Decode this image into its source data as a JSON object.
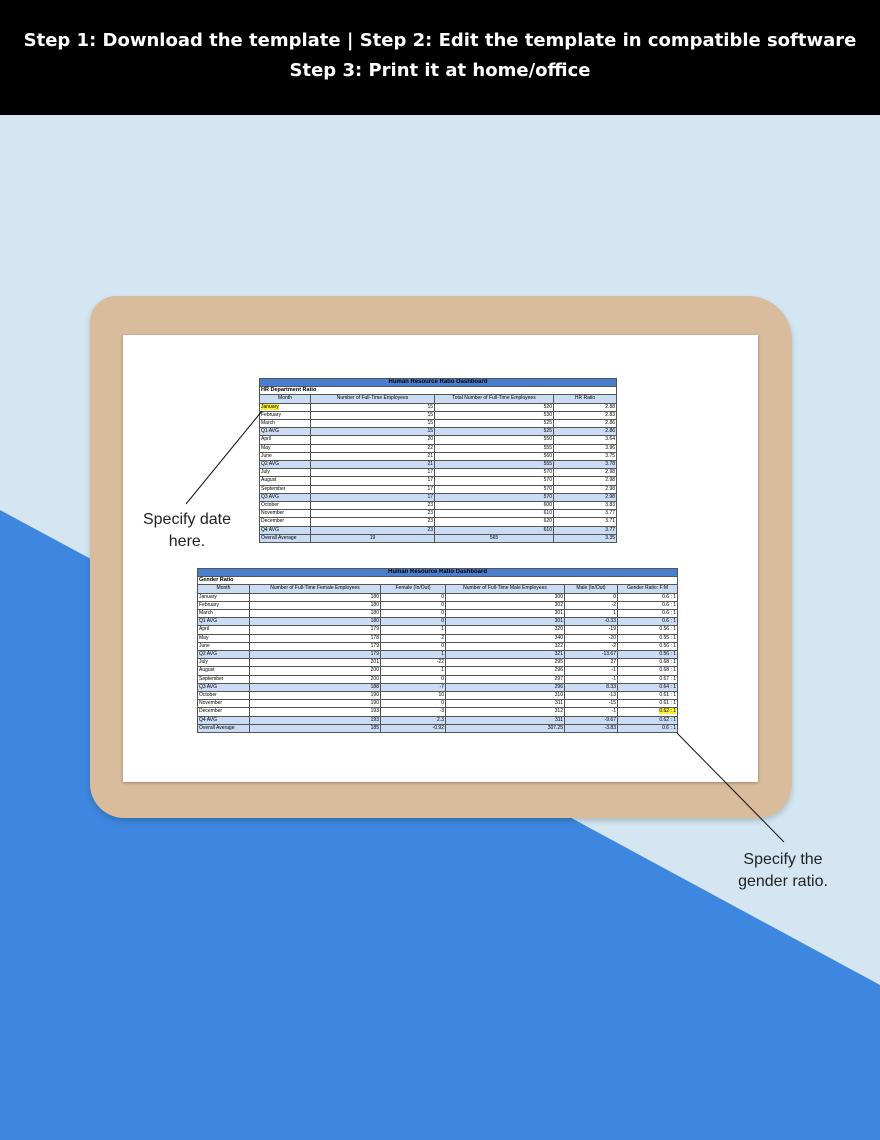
{
  "banner": {
    "line1": "Step 1: Download the template | Step 2: Edit the template in compatible software",
    "line2": "Step 3: Print it at home/office"
  },
  "callouts": {
    "date": [
      "Specify date",
      "here."
    ],
    "gender": [
      "Specify the",
      "gender ratio."
    ]
  },
  "colors": {
    "banner_bg": "#000000",
    "background_light": "#d3e6f1",
    "background_blue": "#3d87e0",
    "clipboard": "#d8bc9c",
    "table_title": "#4a7fd0",
    "table_header": "#c9dcf3",
    "highlight": "#f6ef3c"
  },
  "table1": {
    "title": "Human Resource Ratio Dashboard",
    "section": "HR Department Ratio",
    "headers": [
      "Month",
      "Number of Full-Time Employees",
      "Total Number of Full-Time Employees",
      "HR Ratio"
    ],
    "rows": [
      {
        "month": "January",
        "hr": "15",
        "total": "520",
        "ratio": "2.88",
        "avg": false
      },
      {
        "month": "February",
        "hr": "15",
        "total": "530",
        "ratio": "2.83",
        "avg": false
      },
      {
        "month": "March",
        "hr": "15",
        "total": "525",
        "ratio": "2.86",
        "avg": false
      },
      {
        "month": "Q1 AVG",
        "hr": "15",
        "total": "525",
        "ratio": "2.86",
        "avg": true
      },
      {
        "month": "April",
        "hr": "20",
        "total": "550",
        "ratio": "3.64",
        "avg": false
      },
      {
        "month": "May",
        "hr": "22",
        "total": "555",
        "ratio": "3.96",
        "avg": false
      },
      {
        "month": "June",
        "hr": "21",
        "total": "560",
        "ratio": "3.75",
        "avg": false
      },
      {
        "month": "Q2 AVG",
        "hr": "21",
        "total": "555",
        "ratio": "3.78",
        "avg": true
      },
      {
        "month": "July",
        "hr": "17",
        "total": "570",
        "ratio": "2.98",
        "avg": false
      },
      {
        "month": "August",
        "hr": "17",
        "total": "570",
        "ratio": "2.98",
        "avg": false
      },
      {
        "month": "September",
        "hr": "17",
        "total": "570",
        "ratio": "2.98",
        "avg": false
      },
      {
        "month": "Q3 AVG",
        "hr": "17",
        "total": "570",
        "ratio": "2.98",
        "avg": true
      },
      {
        "month": "October",
        "hr": "23",
        "total": "600",
        "ratio": "3.83",
        "avg": false
      },
      {
        "month": "November",
        "hr": "23",
        "total": "610",
        "ratio": "3.77",
        "avg": false
      },
      {
        "month": "December",
        "hr": "23",
        "total": "620",
        "ratio": "3.71",
        "avg": false
      },
      {
        "month": "Q4 AVG",
        "hr": "23",
        "total": "610",
        "ratio": "3.77",
        "avg": true
      }
    ],
    "overall": {
      "month": "Overall Average",
      "hr": "19",
      "total": "565",
      "ratio": "3.35"
    }
  },
  "table2": {
    "title": "Human Resource Ratio Dashboard",
    "section": "Gender Ratio",
    "headers": [
      "Month",
      "Number of Full-Time Female Employees",
      "Female (In/Out)",
      "Number of Full-Time Male Employees",
      "Male (In/Out)",
      "Gender Ratio: F:M"
    ],
    "rows": [
      {
        "month": "January",
        "female": "180",
        "fio": "0",
        "male": "300",
        "mio": "0",
        "ratio": "0.6 : 1",
        "avg": false
      },
      {
        "month": "February",
        "female": "180",
        "fio": "0",
        "male": "302",
        "mio": "-2",
        "ratio": "0.6 : 1",
        "avg": false
      },
      {
        "month": "March",
        "female": "180",
        "fio": "0",
        "male": "301",
        "mio": "1",
        "ratio": "0.6 : 1",
        "avg": false
      },
      {
        "month": "Q1 AVG",
        "female": "180",
        "fio": "0",
        "male": "301",
        "mio": "-0.33",
        "ratio": "0.6 : 1",
        "avg": true
      },
      {
        "month": "April",
        "female": "179",
        "fio": "1",
        "male": "320",
        "mio": "-19",
        "ratio": "0.56 : 1",
        "avg": false
      },
      {
        "month": "May",
        "female": "178",
        "fio": "2",
        "male": "340",
        "mio": "-20",
        "ratio": "0.55 : 1",
        "avg": false
      },
      {
        "month": "June",
        "female": "179",
        "fio": "0",
        "male": "322",
        "mio": "-2",
        "ratio": "0.56 : 1",
        "avg": false
      },
      {
        "month": "Q2 AVG",
        "female": "179",
        "fio": "1",
        "male": "321",
        "mio": "-13.67",
        "ratio": "0.56 : 1",
        "avg": true
      },
      {
        "month": "July",
        "female": "201",
        "fio": "-22",
        "male": "295",
        "mio": "27",
        "ratio": "0.68 : 1",
        "avg": false
      },
      {
        "month": "August",
        "female": "200",
        "fio": "1",
        "male": "296",
        "mio": "-1",
        "ratio": "0.68 : 1",
        "avg": false
      },
      {
        "month": "September",
        "female": "200",
        "fio": "0",
        "male": "297",
        "mio": "-1",
        "ratio": "0.67 : 1",
        "avg": false
      },
      {
        "month": "Q3 AVG",
        "female": "188",
        "fio": "-7",
        "male": "296",
        "mio": "8.33",
        "ratio": "0.64 : 1",
        "avg": true
      },
      {
        "month": "October",
        "female": "190",
        "fio": "10",
        "male": "310",
        "mio": "-13",
        "ratio": "0.61 : 1",
        "avg": false
      },
      {
        "month": "November",
        "female": "190",
        "fio": "0",
        "male": "311",
        "mio": "-15",
        "ratio": "0.61 : 1",
        "avg": false
      },
      {
        "month": "December",
        "female": "193",
        "fio": "-3",
        "male": "312",
        "mio": "-1",
        "ratio": "0.62 : 1",
        "avg": false,
        "hl": true
      },
      {
        "month": "Q4 AVG",
        "female": "193",
        "fio": "2.3",
        "male": "311",
        "mio": "-9.67",
        "ratio": "0.62 : 1",
        "avg": true
      }
    ],
    "overall": {
      "month": "Overall Average",
      "female": "185",
      "fio": "-0.92",
      "male": "307.25",
      "mio": "-3.83",
      "ratio": "0.6 : 1"
    }
  }
}
